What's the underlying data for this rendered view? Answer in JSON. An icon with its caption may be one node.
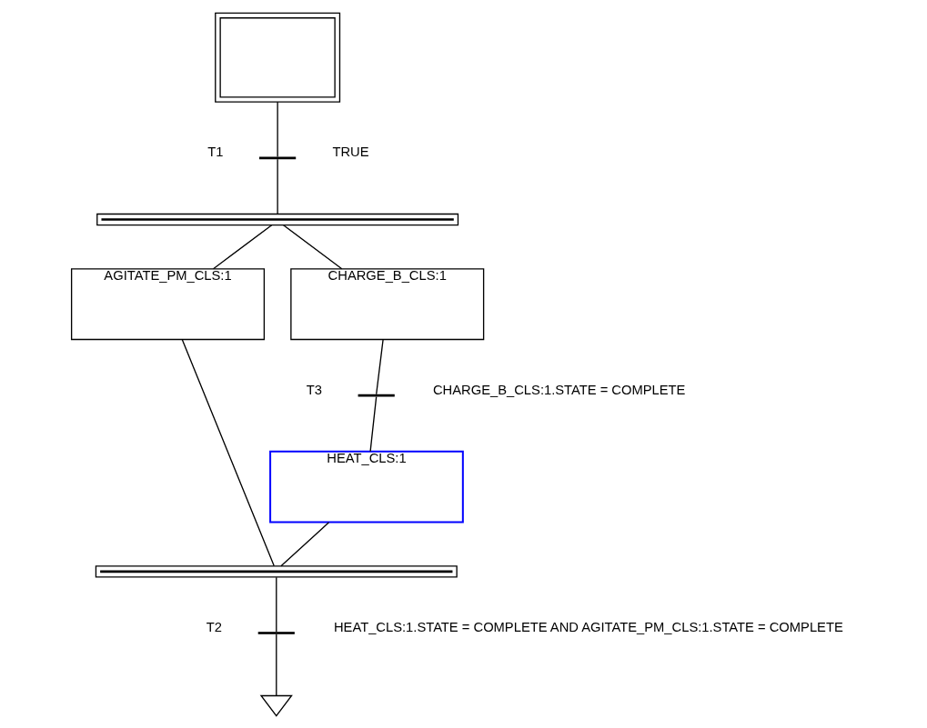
{
  "diagram": {
    "nodes": [
      {
        "text": [],
        "shape": "box"
      },
      {
        "text": [],
        "shape": "bar",
        "beside": [
          "T1",
          "TRUE"
        ]
      },
      {
        "text": [],
        "shape": "bar"
      },
      {
        "text": [
          "AGITATE_PM_CLS:1"
        ]
      },
      {
        "text": [
          "CHARGE_B_CLS:1"
        ]
      },
      {
        "text": [],
        "shape": "bar",
        "beside": [
          "T3",
          "CHARGE_B_CLS:1.STATE = COMPLETE"
        ]
      },
      {
        "text": [
          "HEAT_CLS:1"
        ]
      },
      {
        "text": [],
        "shape": "bar"
      },
      {
        "text": [],
        "shape": "bar",
        "beside": [
          "T2",
          "HEAT_CLS:1.STATE = COMPLETE AND AGITATE_PM_CLS:1.STATE = COMPLETE"
        ]
      },
      {
        "text": [],
        "shape": "ground"
      }
    ],
    "edges": [
      {
        "from": 0,
        "to": 1,
        "arrow": "none"
      },
      {
        "from": 1,
        "to": 2,
        "arrow": "none"
      },
      {
        "from": 2,
        "to": 3,
        "arrow": "none"
      },
      {
        "from": 2,
        "to": 4,
        "arrow": "none"
      },
      {
        "from": 4,
        "to": 5,
        "arrow": "none"
      },
      {
        "from": 5,
        "to": 6,
        "arrow": "none"
      },
      {
        "from": 3,
        "to": 7,
        "arrow": "none"
      },
      {
        "from": 6,
        "to": 7,
        "arrow": "none"
      },
      {
        "from": 7,
        "to": 8,
        "arrow": "none"
      },
      {
        "from": 8,
        "to": 9,
        "arrow": "none"
      }
    ]
  }
}
